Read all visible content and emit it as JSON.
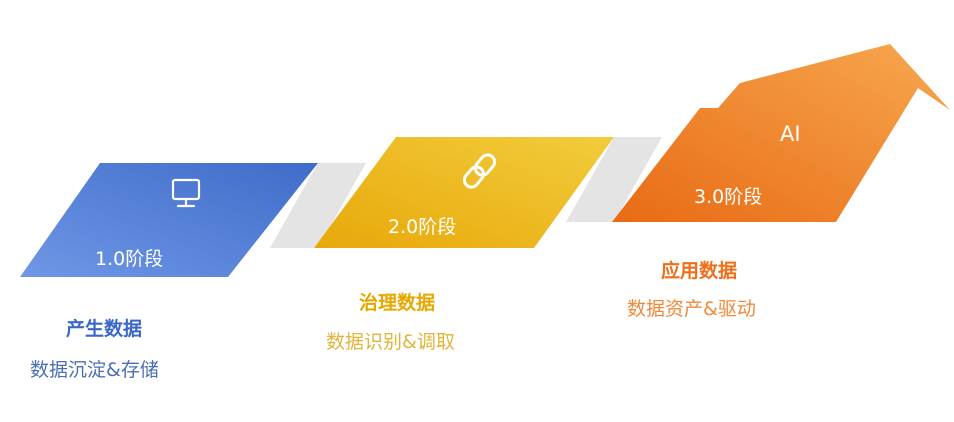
{
  "colors": {
    "stage1": "#4472d0",
    "stage2": "#e6b315",
    "stage3": "#ef7a22",
    "connector": "#e4e4e4",
    "stage1_title": "#3b68c8",
    "stage1_sub": "#4b6fb5",
    "stage2_title": "#e6a800",
    "stage2_sub": "#e2b43a",
    "stage3_title": "#ef6e1a",
    "stage3_sub": "#f08a3a"
  },
  "stages": [
    {
      "label": "1.0阶段",
      "icon": "monitor-icon",
      "title": "产生数据",
      "subtitle": "数据沉淀&存储"
    },
    {
      "label": "2.0阶段",
      "icon": "link-icon",
      "title": "治理数据",
      "subtitle": "数据识别&调取"
    },
    {
      "label": "3.0阶段",
      "icon_text": "AI",
      "title": "应用数据",
      "subtitle": "数据资产&驱动"
    }
  ]
}
